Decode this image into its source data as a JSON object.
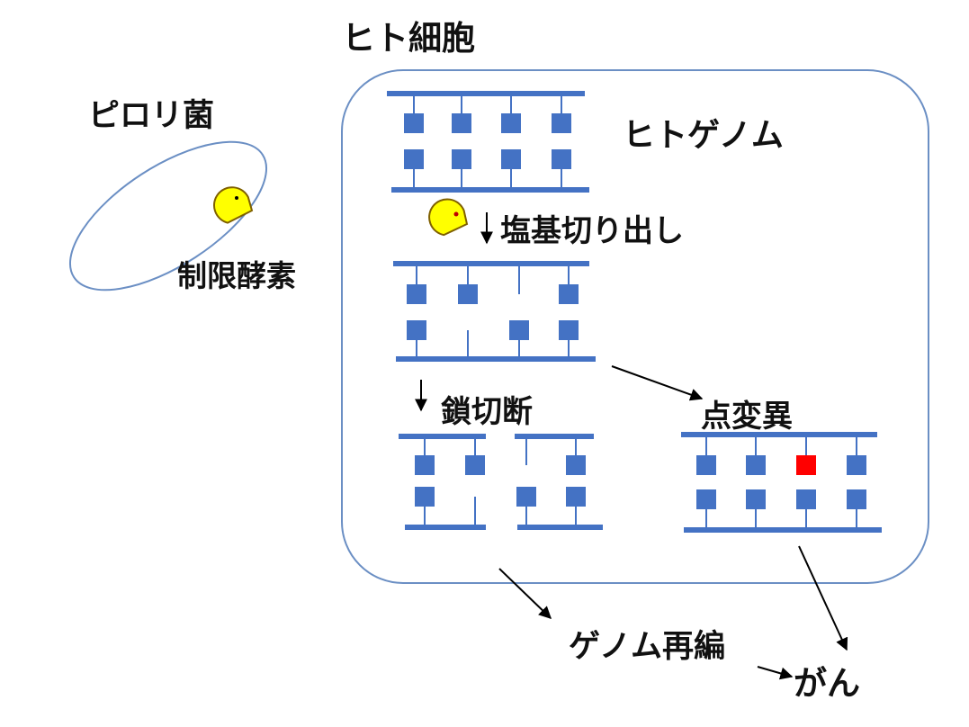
{
  "labels": {
    "human_cell": "ヒト細胞",
    "h_pylori": "ピロリ菌",
    "restriction_enzyme": "制限酵素",
    "human_genome": "ヒトゲノム",
    "base_excision": "塩基切り出し",
    "strand_break": "鎖切断",
    "point_mutation": "点変異",
    "genome_rearrangement": "ゲノム再編",
    "cancer": "がん"
  },
  "colors": {
    "dna": "#4472c4",
    "mutated_base": "#ff0000",
    "enzyme": "#ffff00",
    "enzyme_outline": "#7f6000",
    "cell_outline": "#6b8fc4",
    "arrow": "#000000",
    "text": "#111111"
  }
}
